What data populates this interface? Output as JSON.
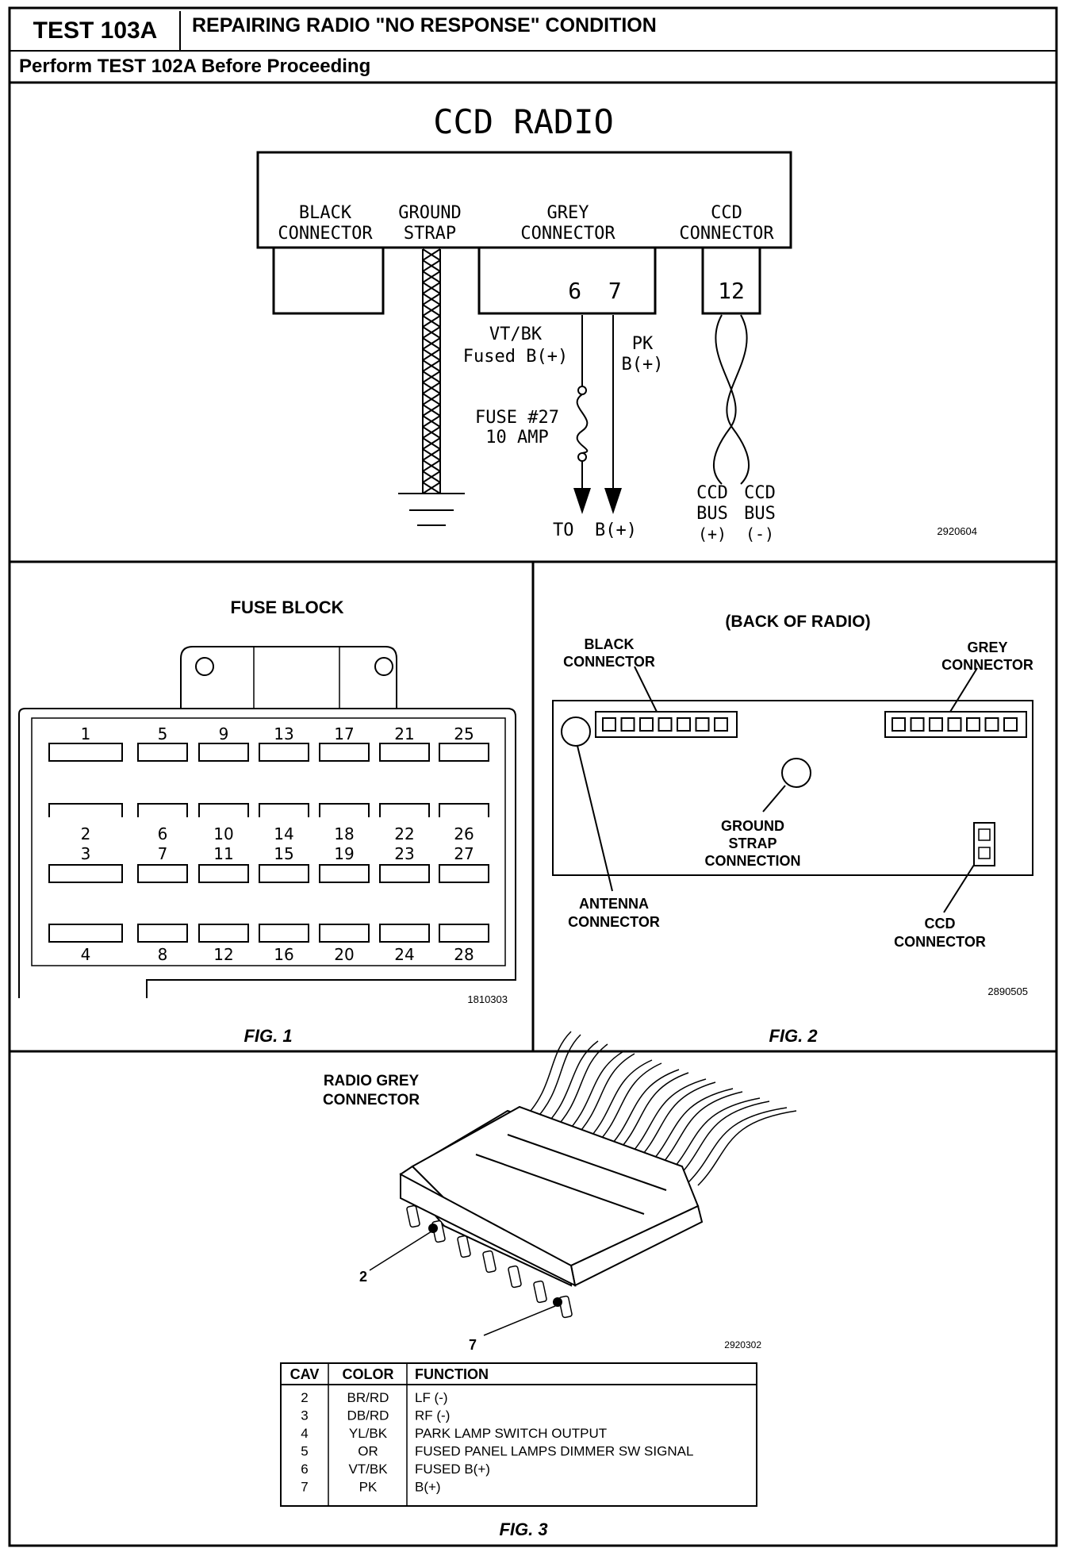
{
  "header": {
    "test_id": "TEST 103A",
    "title": "REPAIRING RADIO \"NO RESPONSE\" CONDITION",
    "subtitle": "Perform TEST 102A Before Proceeding"
  },
  "schematic": {
    "title": "CCD RADIO",
    "black_connector": [
      "BLACK",
      "CONNECTOR"
    ],
    "ground_strap": [
      "GROUND",
      "STRAP"
    ],
    "grey_connector": [
      "GREY",
      "CONNECTOR"
    ],
    "ccd_connector": [
      "CCD",
      "CONNECTOR"
    ],
    "grey_pins": "6  7",
    "ccd_pin": "12",
    "wire_vtbk": [
      "VT/BK",
      "Fused B(+)"
    ],
    "wire_pk": [
      "PK",
      "B(+)"
    ],
    "fuse": [
      "FUSE #27",
      "10 AMP"
    ],
    "to_b": "TO  B(+)",
    "ccd_bus_pos": [
      "CCD",
      "BUS",
      "(+)"
    ],
    "ccd_bus_neg": [
      "CCD",
      "BUS",
      "(-)"
    ],
    "figure_code": "2920604"
  },
  "fig1": {
    "title": "FUSE BLOCK",
    "row1_labels": [
      "1",
      "5",
      "9",
      "13",
      "17",
      "21",
      "25"
    ],
    "row2_labels": [
      "2",
      "6",
      "10",
      "14",
      "18",
      "22",
      "26"
    ],
    "row3_labels": [
      "3",
      "7",
      "11",
      "15",
      "19",
      "23",
      "27"
    ],
    "row4_labels": [
      "4",
      "8",
      "12",
      "16",
      "20",
      "24",
      "28"
    ],
    "figure_code": "1810303",
    "caption": "FIG. 1"
  },
  "fig2": {
    "title": "(BACK OF RADIO)",
    "black_connector": [
      "BLACK",
      "CONNECTOR"
    ],
    "grey_connector": [
      "GREY",
      "CONNECTOR"
    ],
    "ground_strap": [
      "GROUND",
      "STRAP",
      "CONNECTION"
    ],
    "antenna": [
      "ANTENNA",
      "CONNECTOR"
    ],
    "ccd": [
      "CCD",
      "CONNECTOR"
    ],
    "figure_code": "2890505",
    "caption": "FIG. 2"
  },
  "fig3": {
    "title": [
      "RADIO GREY",
      "CONNECTOR"
    ],
    "pin_a": "2",
    "pin_b": "7",
    "figure_code": "2920302",
    "caption": "FIG. 3",
    "table": {
      "headers": [
        "CAV",
        "COLOR",
        "FUNCTION"
      ],
      "rows": [
        [
          "2",
          "BR/RD",
          "LF (-)"
        ],
        [
          "3",
          "DB/RD",
          "RF (-)"
        ],
        [
          "4",
          "YL/BK",
          "PARK LAMP SWITCH OUTPUT"
        ],
        [
          "5",
          "OR",
          "FUSED PANEL LAMPS DIMMER SW SIGNAL"
        ],
        [
          "6",
          "VT/BK",
          "FUSED B(+)"
        ],
        [
          "7",
          "PK",
          "B(+)"
        ]
      ]
    }
  }
}
